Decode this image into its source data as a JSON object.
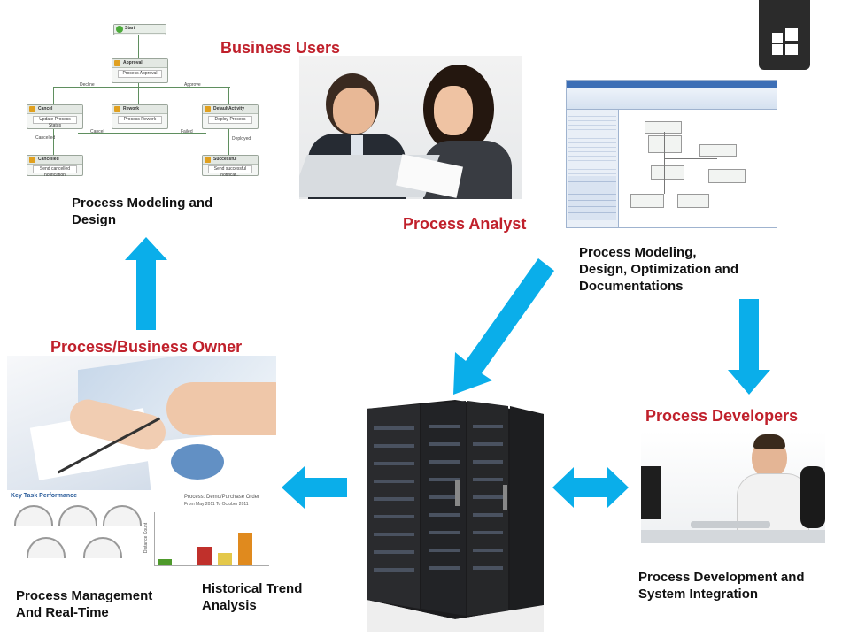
{
  "roles": {
    "business_users": "Business Users",
    "process_analyst": "Process Analyst",
    "process_owner": "Process/Business Owner",
    "process_developers": "Process Developers"
  },
  "captions": {
    "modeling_design": [
      "Process Modeling and",
      "Design"
    ],
    "modeling_docs": [
      "Process Modeling,",
      "Design, Optimization and",
      "Documentations"
    ],
    "management_realtime": [
      "Process Management",
      "And Real-Time"
    ],
    "historical_trend": [
      "Historical Trend",
      "Analysis"
    ],
    "development_integration": [
      "Process Development and",
      "System Integration"
    ]
  },
  "workflow": {
    "start": "Start",
    "approval": "Approval",
    "process_approval": "Process Approval",
    "cancel": "Cancel",
    "update_status": "Update Process Status",
    "rework": "Rework",
    "process_rework": "Process Rework",
    "default_activity": "DefaultActivity",
    "deploy_process": "Deploy Process",
    "cancelled": "Cancelled",
    "send_cancelled": "Send cancelled notification",
    "successful": "Successful",
    "send_successful": "Send successful notificat...",
    "decline": "Decline",
    "approve": "Approve",
    "cancel_edge": "Cancel",
    "failed": "Failed",
    "deployed": "Deployed",
    "cancelled_edge": "Cancelled"
  },
  "dashboard": {
    "title": "Key Task Performance",
    "chart_caption": "Process: Demo/Purchase Order",
    "chart_sub": "From May 2011 To October 2011",
    "y_axis": "Distance Count"
  },
  "colors": {
    "accent_red": "#c0202b",
    "arrow_blue": "#0aaeea"
  },
  "icons": {
    "corner_logo": "grid-logo-icon"
  }
}
